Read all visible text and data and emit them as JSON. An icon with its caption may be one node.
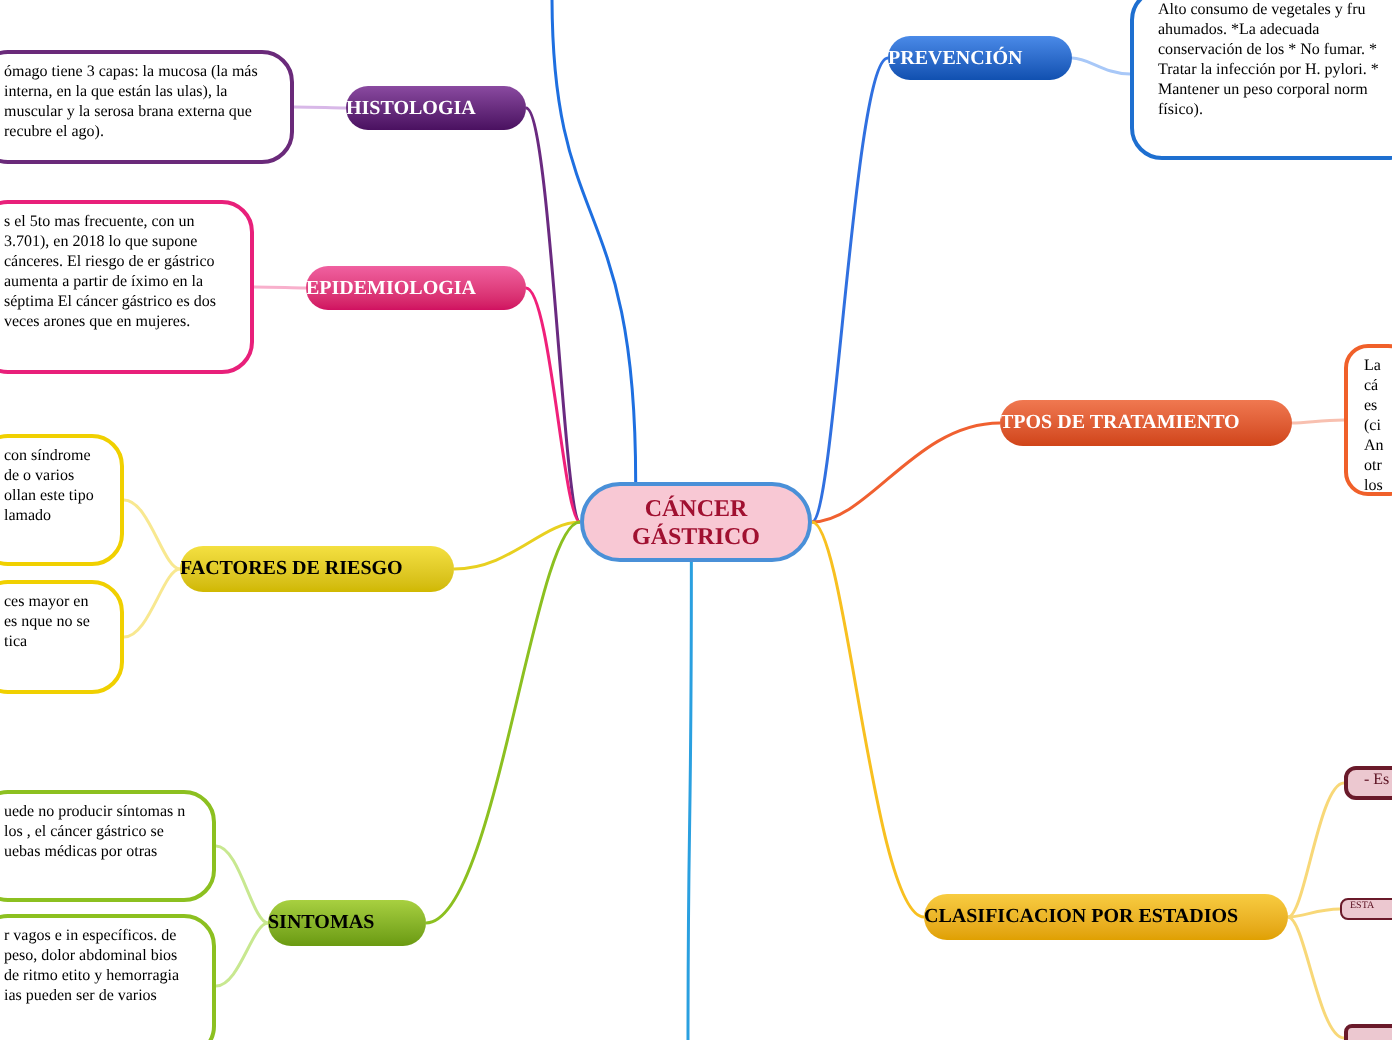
{
  "diagram": {
    "nodes": [
      {
        "text": [
          "CÁNCER GÁSTRICO"
        ]
      },
      {
        "text": [
          "HISTOLOGIA"
        ]
      },
      {
        "text": [
          "ómago tiene 3 capas: la mucosa (la más interna, en la que están las ulas), la muscular y la serosa brana externa que recubre el ago)."
        ]
      },
      {
        "text": [
          "EPIDEMIOLOGIA"
        ]
      },
      {
        "text": [
          "s el 5to mas frecuente, con un 3.701), en 2018 lo que supone cánceres. El riesgo de er gástrico aumenta a partir de íximo en la séptima El cáncer gástrico es dos veces arones que en mujeres."
        ]
      },
      {
        "text": [
          "FACTORES DE RIESGO"
        ]
      },
      {
        "text": [
          "con síndrome de o varios ollan este tipo lamado"
        ]
      },
      {
        "text": [
          "ces mayor en es nque no se tica"
        ]
      },
      {
        "text": [
          "SINTOMAS"
        ]
      },
      {
        "text": [
          "uede no producir síntomas n los , el cáncer gástrico se uebas médicas por otras"
        ]
      },
      {
        "text": [
          "r vagos e in específicos. de peso, dolor abdominal bios de ritmo etito y hemorragia ias pueden ser de varios"
        ]
      },
      {
        "text": [
          "PREVENCIÓN"
        ]
      },
      {
        "text": [
          "Alto consumo de vegetales y fru ahumados. *La adecuada conservación de los * No fumar. * Tratar la infección por H. pylori. * Mantener un peso corporal norm físico)."
        ]
      },
      {
        "text": [
          "TPOS DE TRATAMIENTO"
        ]
      },
      {
        "text": [
          "La cá es (ci An otr los"
        ]
      },
      {
        "text": [
          "CLASIFICACION POR ESTADIOS"
        ]
      },
      {
        "text": [
          "- Es"
        ]
      },
      {
        "text": [
          "ESTA"
        ]
      },
      {
        "text": [],
        "shape": "box"
      }
    ],
    "edges": [
      {
        "from": 0,
        "to": 1,
        "arrow": "none",
        "color": "#6a2a80"
      },
      {
        "from": 1,
        "to": 2,
        "arrow": "none",
        "color": "#d8b8e8"
      },
      {
        "from": 0,
        "to": 3,
        "arrow": "none",
        "color": "#f0207a"
      },
      {
        "from": 3,
        "to": 4,
        "arrow": "none",
        "color": "#f8b0cc"
      },
      {
        "from": 0,
        "to": 5,
        "arrow": "none",
        "color": "#e8d020"
      },
      {
        "from": 5,
        "to": 6,
        "arrow": "none",
        "color": "#f8e890"
      },
      {
        "from": 5,
        "to": 7,
        "arrow": "none",
        "color": "#f8e890"
      },
      {
        "from": 0,
        "to": 8,
        "arrow": "none",
        "color": "#8cc020"
      },
      {
        "from": 8,
        "to": 9,
        "arrow": "none",
        "color": "#c8e890"
      },
      {
        "from": 8,
        "to": 10,
        "arrow": "none",
        "color": "#c8e890"
      },
      {
        "from": 0,
        "to": 11,
        "arrow": "none",
        "color": "#3070e0"
      },
      {
        "from": 11,
        "to": 12,
        "arrow": "none",
        "color": "#a8c8f8"
      },
      {
        "from": 0,
        "to": 13,
        "arrow": "none",
        "color": "#f06030"
      },
      {
        "from": 13,
        "to": 14,
        "arrow": "none",
        "color": "#f8c0b0"
      },
      {
        "from": 0,
        "to": 15,
        "arrow": "none",
        "color": "#f8c020"
      },
      {
        "from": 15,
        "to": 16,
        "arrow": "none",
        "color": "#f8d878"
      },
      {
        "from": 15,
        "to": 17,
        "arrow": "none",
        "color": "#f8d878"
      },
      {
        "from": 15,
        "to": 18,
        "arrow": "none",
        "color": "#f8d878"
      },
      {
        "from": 0,
        "to": null,
        "arrow": "none",
        "color": "#1e6fe0"
      },
      {
        "from": 0,
        "to": null,
        "arrow": "none",
        "color": "#2aa0e0"
      }
    ]
  }
}
